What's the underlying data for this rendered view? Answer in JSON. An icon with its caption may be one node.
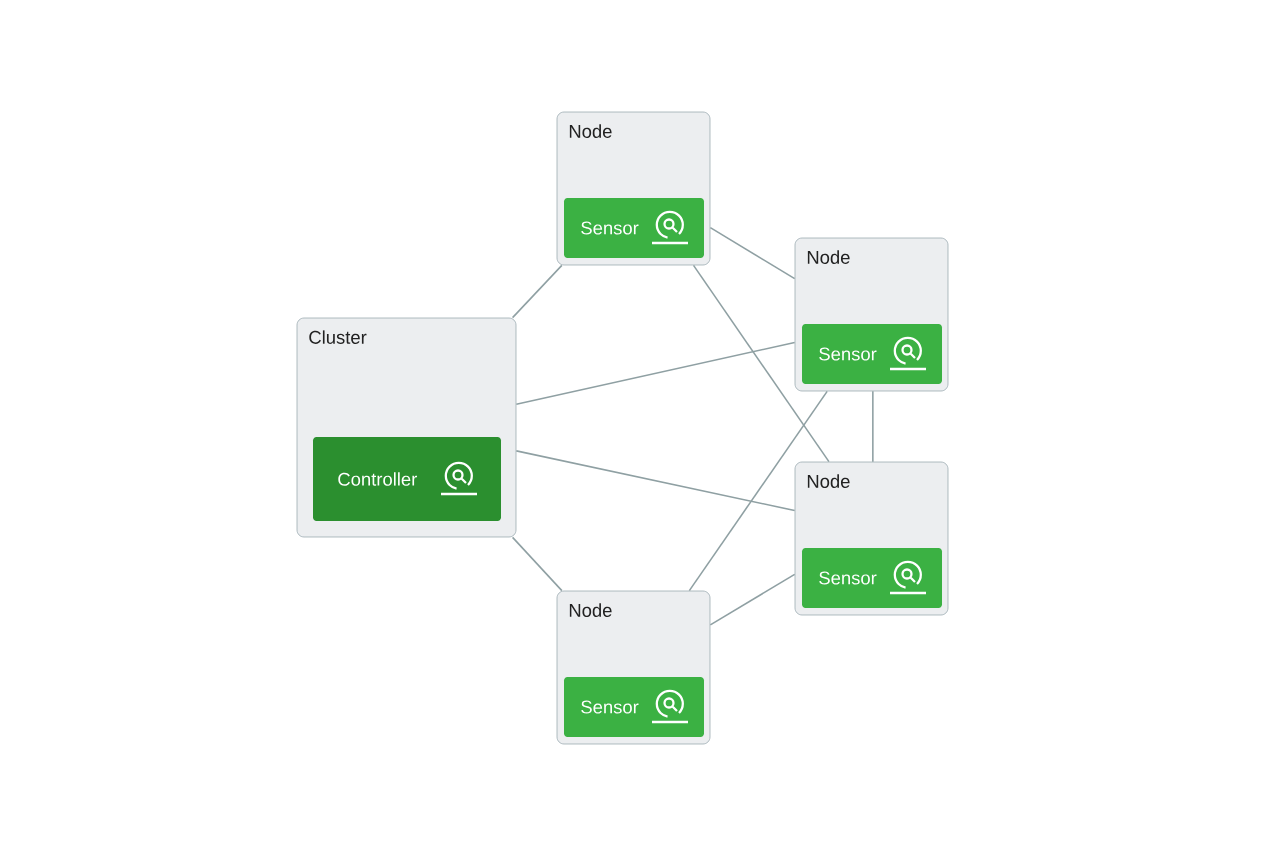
{
  "diagram": {
    "nodes": [
      {
        "text": [
          "Cluster"
        ]
      },
      {
        "text": [
          "Controller"
        ],
        "in": 0
      },
      {
        "text": [
          "Node"
        ]
      },
      {
        "text": [
          "Sensor"
        ],
        "in": 2
      },
      {
        "text": [
          "Node"
        ]
      },
      {
        "text": [
          "Sensor"
        ],
        "in": 4
      },
      {
        "text": [
          "Node"
        ]
      },
      {
        "text": [
          "Sensor"
        ],
        "in": 6
      },
      {
        "text": [
          "Node"
        ]
      },
      {
        "text": [
          "Sensor"
        ],
        "in": 8
      }
    ],
    "edges": [
      {
        "from": 0,
        "to": 2,
        "arrow": "none"
      },
      {
        "from": 0,
        "to": 4,
        "arrow": "none"
      },
      {
        "from": 0,
        "to": 6,
        "arrow": "none"
      },
      {
        "from": 0,
        "to": 8,
        "arrow": "none"
      },
      {
        "from": 2,
        "to": 4,
        "arrow": "none"
      },
      {
        "from": 2,
        "to": 6,
        "arrow": "none"
      },
      {
        "from": 4,
        "to": 6,
        "arrow": "none"
      },
      {
        "from": 4,
        "to": 8,
        "arrow": "none"
      },
      {
        "from": 6,
        "to": 8,
        "arrow": "none"
      }
    ]
  }
}
